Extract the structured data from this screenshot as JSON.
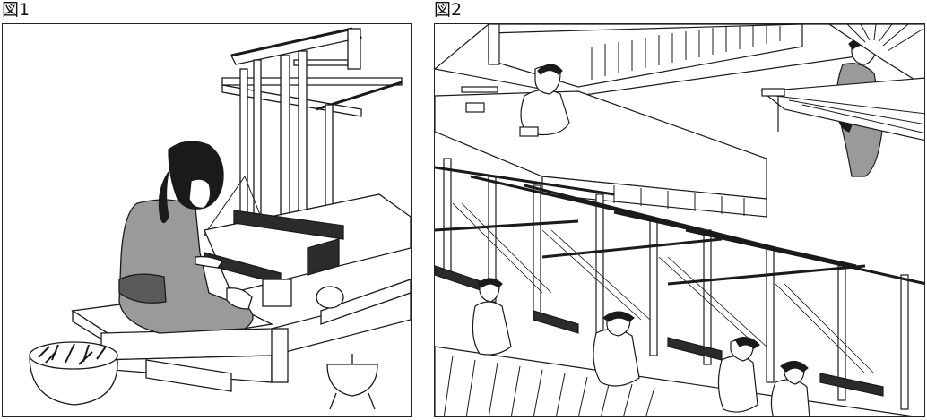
{
  "figures": [
    {
      "label": "図1",
      "illustration": "woman-at-loom"
    },
    {
      "label": "図2",
      "illustration": "weaving-workshop"
    }
  ],
  "colors": {
    "ink": "#1a1a1a",
    "shade": "#9a9a9a",
    "dark": "#2b2b2b",
    "paper": "#ffffff"
  }
}
